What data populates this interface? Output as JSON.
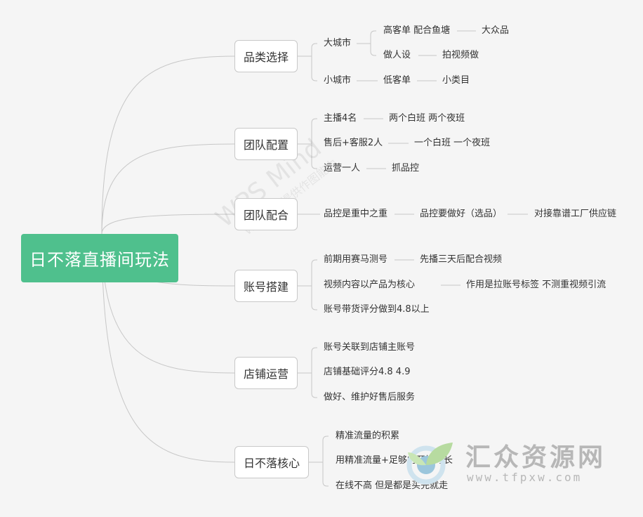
{
  "root": {
    "label": "日不落直播间玩法"
  },
  "branches": [
    {
      "label": "品类选择"
    },
    {
      "label": "团队配置"
    },
    {
      "label": "团队配合"
    },
    {
      "label": "账号搭建"
    },
    {
      "label": "店铺运营"
    },
    {
      "label": "日不落核心"
    }
  ],
  "nodes": {
    "b0_c0": "大城市",
    "b0_c0_c0": "高客单 配合鱼塘",
    "b0_c0_c0_c0": "大众品",
    "b0_c0_c1": "做人设",
    "b0_c0_c1_c0": "拍视频做",
    "b0_c1": "小城市",
    "b0_c1_c0": "低客单",
    "b0_c1_c0_c0": "小类目",
    "b1_c0": "主播4名",
    "b1_c0_c0": "两个白班 两个夜班",
    "b1_c1": "售后+客服2人",
    "b1_c1_c0": "一个白班 一个夜班",
    "b1_c2": "运营一人",
    "b1_c2_c0": "抓品控",
    "b2_c0": "品控是重中之重",
    "b2_c0_c0": "品控要做好（选品）",
    "b2_c0_c0_c0": "对接靠谱工厂供应链",
    "b3_c0": "前期用赛马测号",
    "b3_c0_c0": "先播三天后配合视频",
    "b3_c1": "视频内容以产品为核心",
    "b3_c1_c0": "作用是拉账号标签 不测重视频引流",
    "b3_c2": "账号带货评分做到4.8以上",
    "b4_c0": "账号关联到店铺主账号",
    "b4_c1": "店铺基础评分4.8 4.9",
    "b4_c2": "做好、维护好售后服务",
    "b5_c0": "精准流量的积累",
    "b5_c1": "用精准流量+足够的开播时长",
    "b5_c2": "在线不高 但是都是买完就走"
  },
  "watermarks": {
    "wps_title": "WPS Mind",
    "wps_sub": "WPS脑图提供作图能力",
    "site_name": "汇众资源网",
    "site_url": "www.tfpxw.com"
  },
  "colors": {
    "root_fill": "#4fc08d",
    "line": "#c7c7c7",
    "node_border": "#c8c8c8",
    "background": "#f5f5f5"
  }
}
